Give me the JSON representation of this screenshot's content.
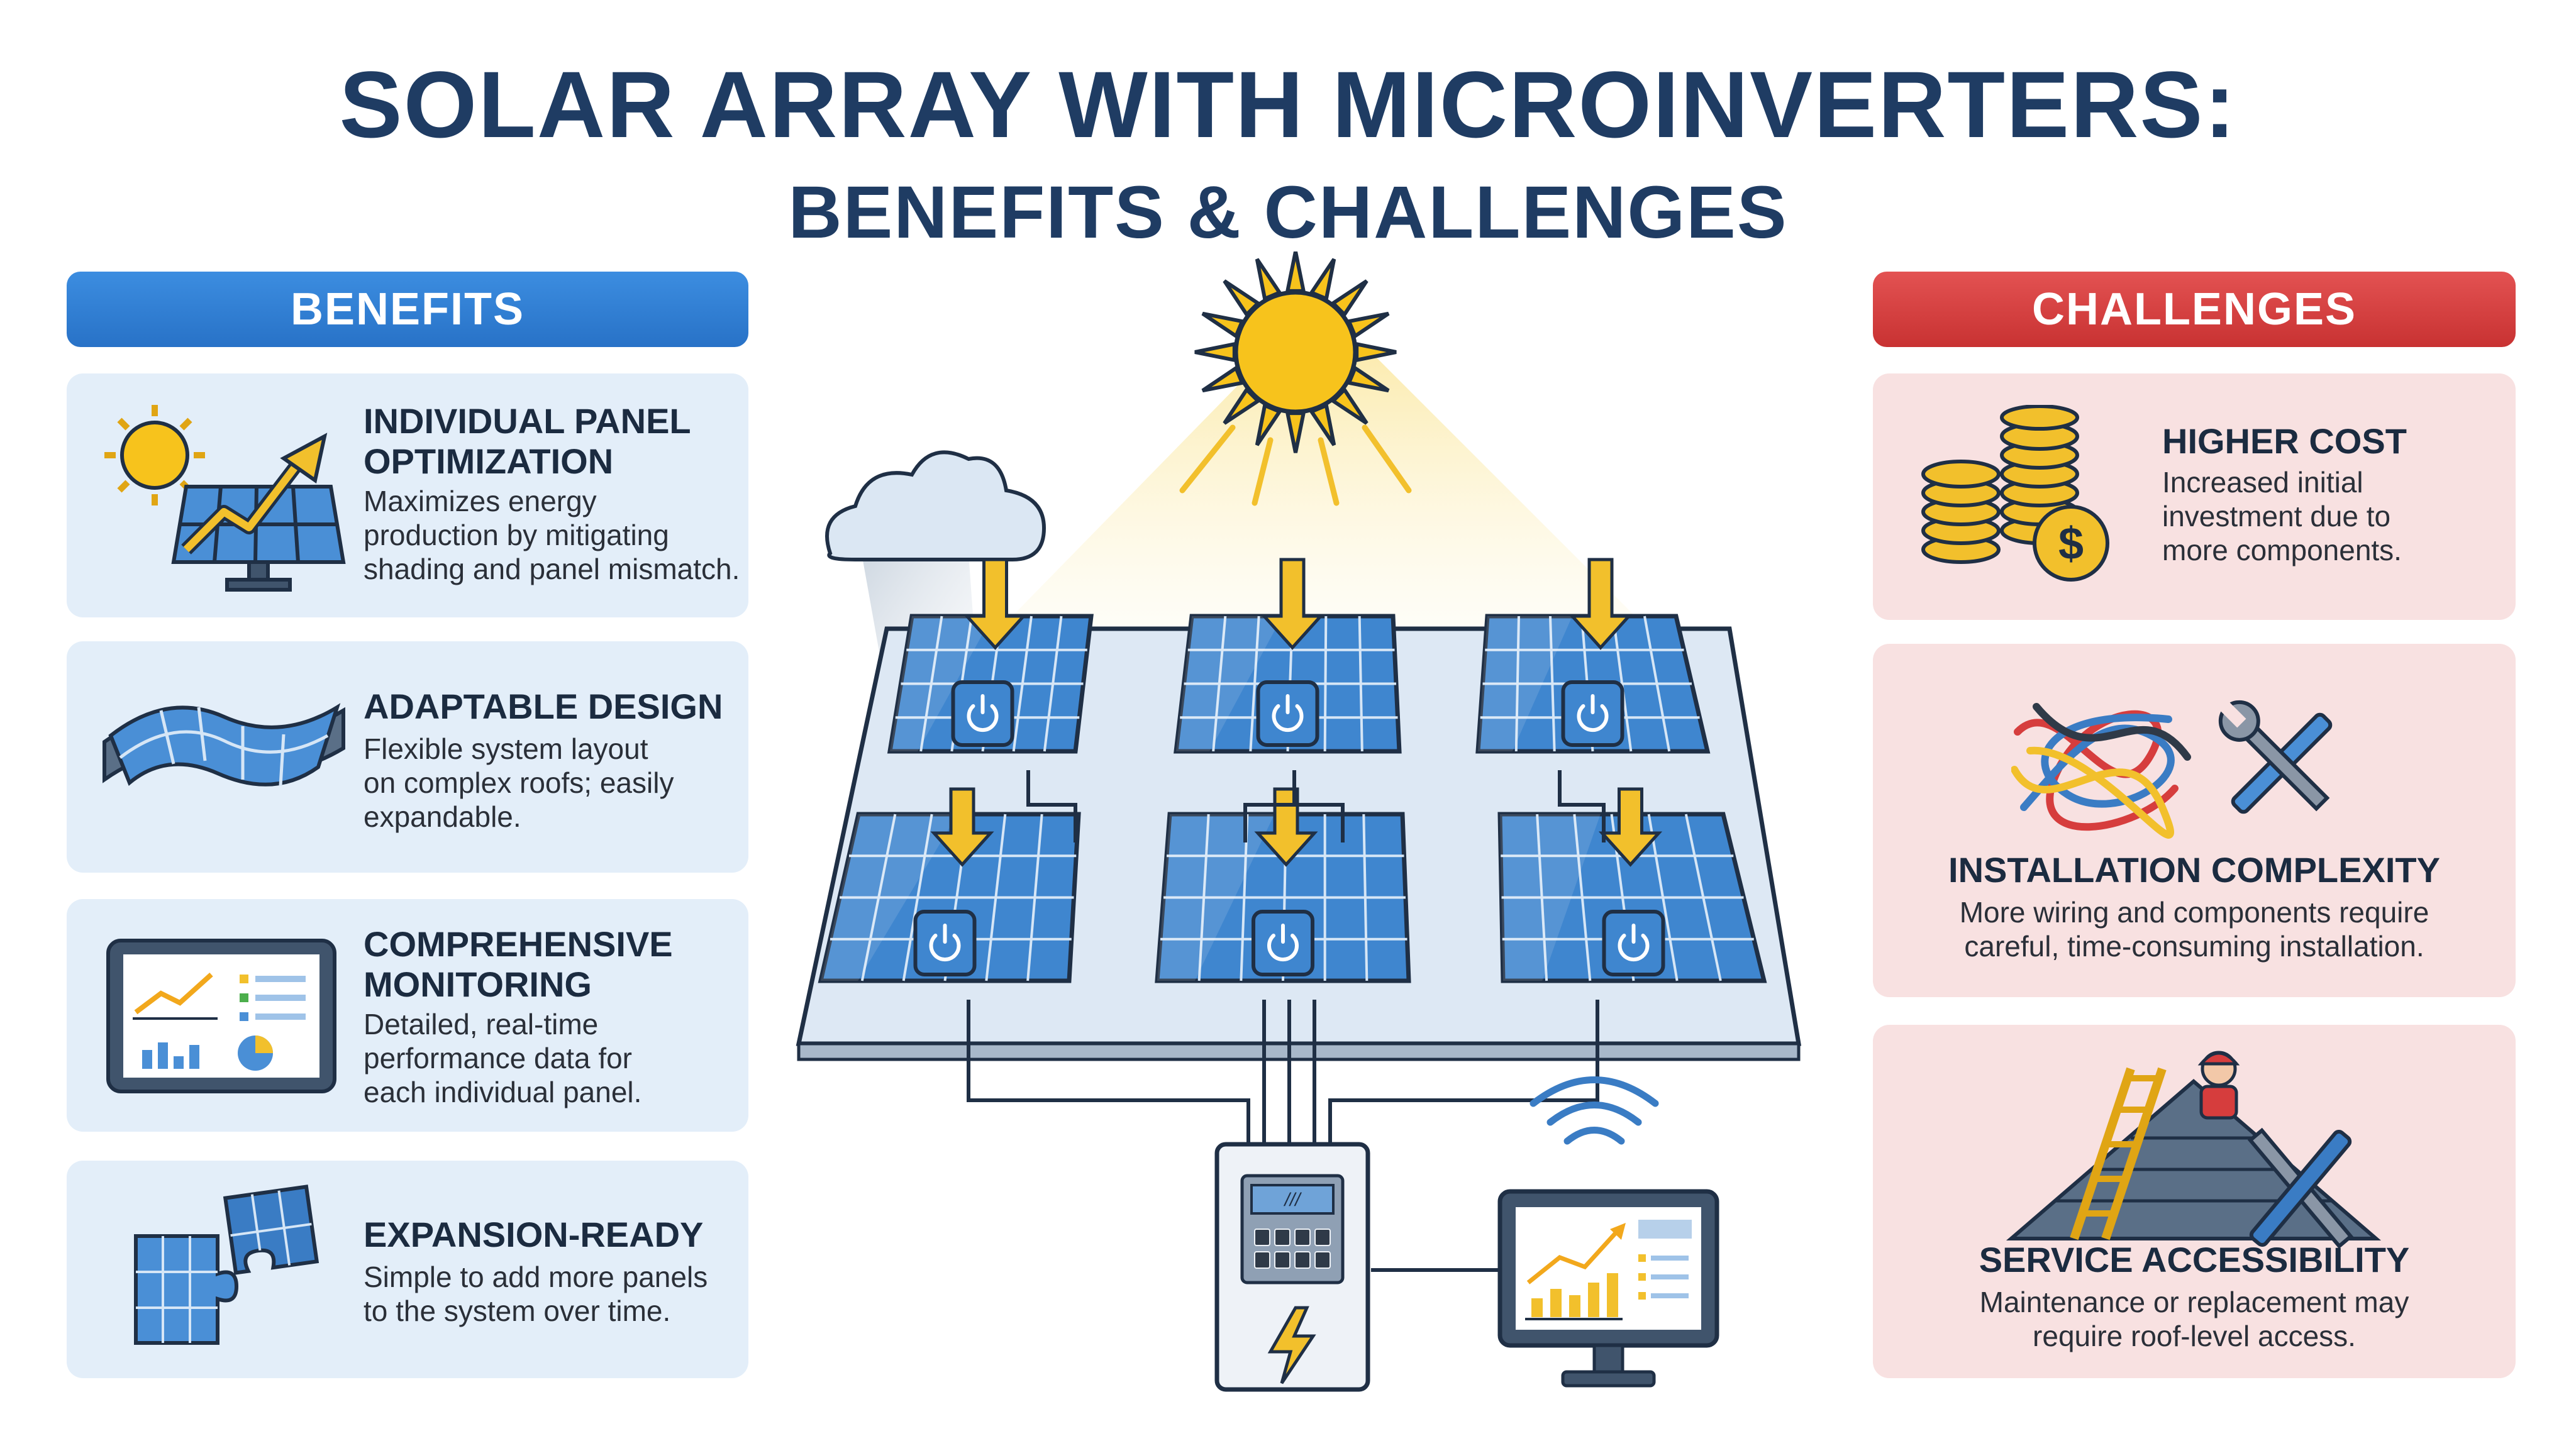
{
  "title": {
    "line1": "SOLAR ARRAY WITH MICROINVERTERS:",
    "line2": "BENEFITS & CHALLENGES"
  },
  "benefits": {
    "header": "BENEFITS",
    "items": [
      {
        "title": "INDIVIDUAL PANEL OPTIMIZATION",
        "title_l1": "INDIVIDUAL PANEL",
        "title_l2": "OPTIMIZATION",
        "desc_l1": "Maximizes energy",
        "desc_l2": "production by mitigating",
        "desc_l3": "shading and panel mismatch.",
        "icon": "sun-panel-growth-icon"
      },
      {
        "title": "ADAPTABLE DESIGN",
        "desc_l1": "Flexible system layout",
        "desc_l2": "on complex roofs; easily",
        "desc_l3": "expandable.",
        "icon": "curved-panel-icon"
      },
      {
        "title_l1": "COMPREHENSIVE",
        "title_l2": "MONITORING",
        "desc_l1": "Detailed, real-time",
        "desc_l2": "performance data for",
        "desc_l3": "each individual panel.",
        "icon": "tablet-dashboard-icon"
      },
      {
        "title": "EXPANSION-READY",
        "desc_l1": "Simple to add more panels",
        "desc_l2": "to the system over time.",
        "icon": "puzzle-panel-icon"
      }
    ]
  },
  "challenges": {
    "header": "CHALLENGES",
    "items": [
      {
        "title": "HIGHER COST",
        "desc_l1": "Increased initial",
        "desc_l2": "investment due to",
        "desc_l3": "more components.",
        "icon": "coins-dollar-icon"
      },
      {
        "title": "INSTALLATION COMPLEXITY",
        "desc_l1": "More wiring and components require",
        "desc_l2": "careful, time-consuming installation.",
        "icon": "tangled-wires-tools-icon"
      },
      {
        "title": "SERVICE ACCESSIBILITY",
        "desc_l1": "Maintenance or replacement may",
        "desc_l2": "require roof-level access.",
        "icon": "roof-ladder-worker-icon"
      }
    ]
  },
  "diagram": {
    "icons": [
      "sun-icon",
      "cloud-icon",
      "microinverter-icon",
      "combiner-box-icon",
      "monitor-icon",
      "wifi-icon",
      "lightning-icon"
    ],
    "panel_count": 6,
    "combiner_label": "///"
  },
  "colors": {
    "title": "#1f3c63",
    "benefits_accent": "#2f7fd6",
    "challenges_accent": "#d63d3d",
    "benefit_card": "#e3eef9",
    "challenge_card": "#f8e1e1",
    "panel_blue": "#3f86cf",
    "arrow_yellow": "#f2c02c",
    "sun": "#f7c31c"
  }
}
